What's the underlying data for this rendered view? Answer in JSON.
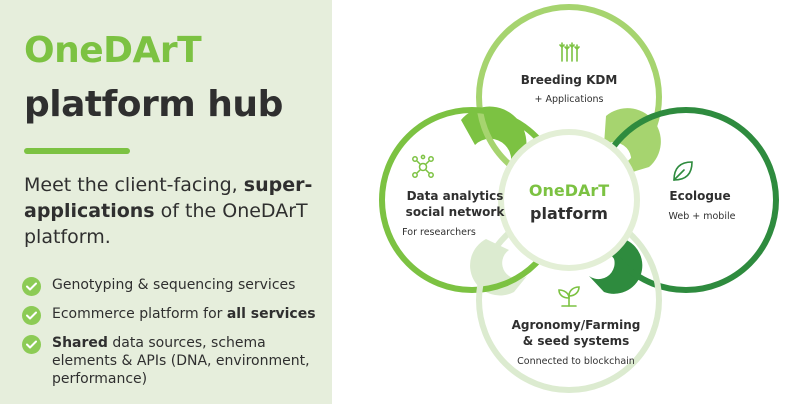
{
  "hero": {
    "title_line1": "OneDArT",
    "title_line2": "platform hub",
    "intro_part1": "Meet the client-facing, ",
    "intro_bold": "super-applications",
    "intro_part2": " of the OneDArT platform."
  },
  "bullets": [
    {
      "pre": "",
      "bold": "",
      "post": "Genotyping & sequencing services",
      "icon": "check-icon"
    },
    {
      "pre": "Ecommerce platform for ",
      "bold": "all services",
      "post": "",
      "icon": "check-icon"
    },
    {
      "pre": "",
      "bold": "Shared",
      "post": " data sources, schema elements & APIs (DNA, environment, performance)",
      "icon": "check-icon"
    }
  ],
  "diagram": {
    "center": {
      "line1": "OneDArT",
      "line2": "platform"
    },
    "nodes": {
      "top": {
        "title1": "Breeding KDM",
        "sub": "+ Applications",
        "icon": "wheat-icon"
      },
      "left": {
        "title1": "Data analytics",
        "title2": "social network",
        "sub": "For researchers",
        "icon": "network-icon"
      },
      "right": {
        "title1": "Ecologue",
        "sub": "Web + mobile",
        "icon": "leaf-icon"
      },
      "bottom": {
        "title1": "Agronomy/Farming",
        "title2": "& seed systems",
        "sub": "Connected to blockchain",
        "icon": "seedling-icon"
      }
    },
    "colors": {
      "top": "#a6d46f",
      "left": "#7cc242",
      "right": "#2e8b3e",
      "bottom": "#dcebd0",
      "text": "#2f2f2f",
      "center_text": "#7cc242"
    }
  }
}
